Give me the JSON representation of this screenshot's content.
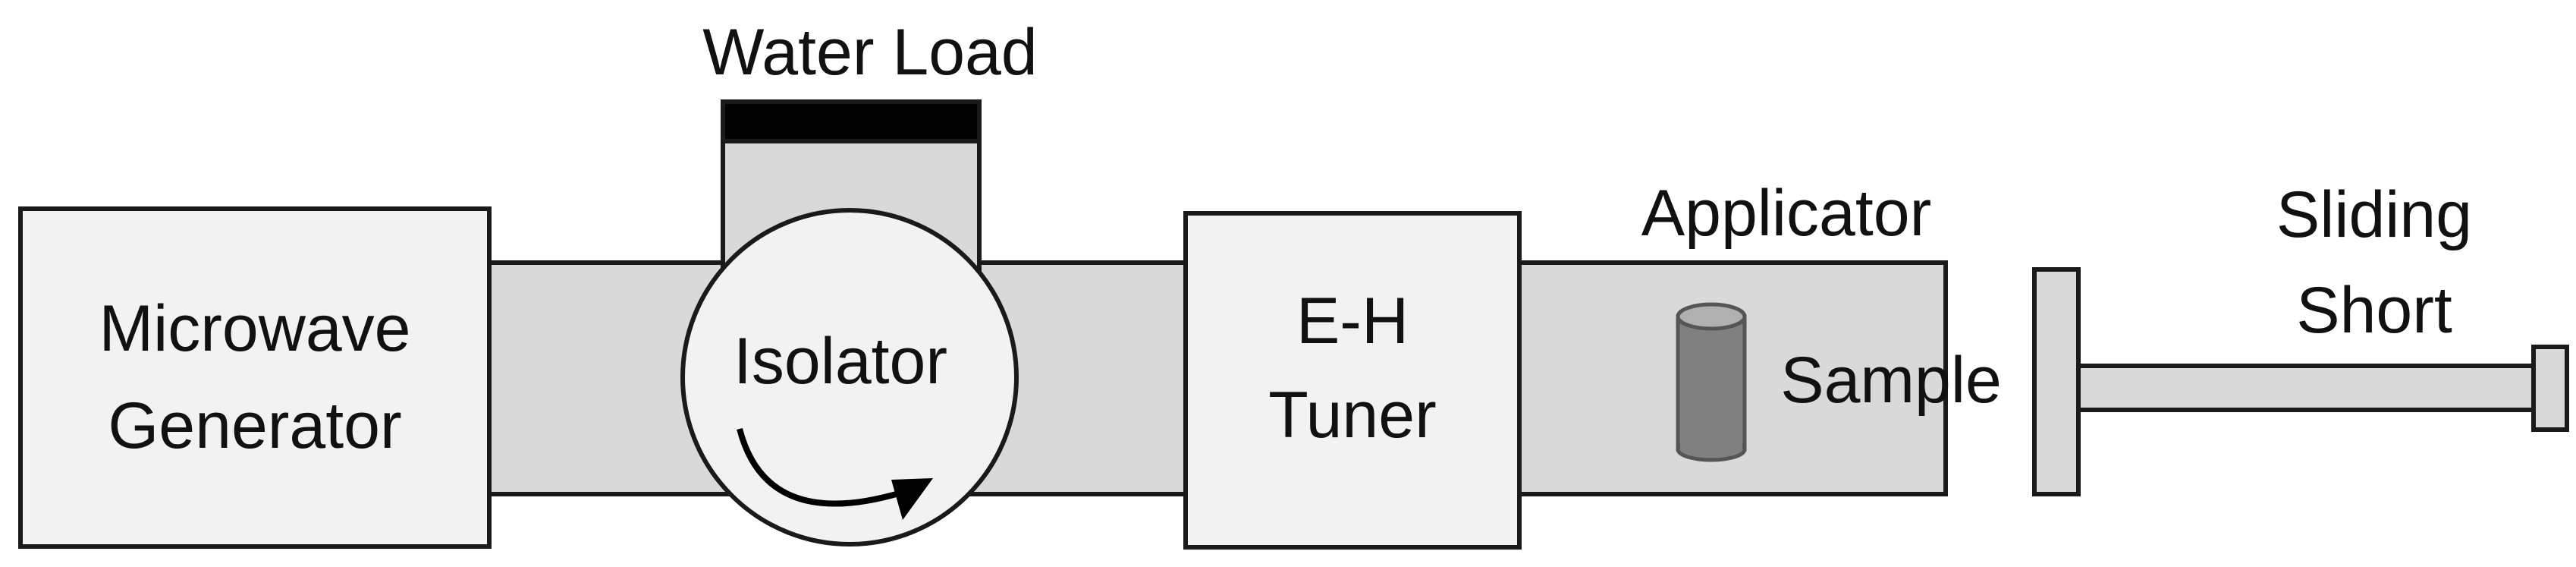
{
  "labels": {
    "water_load": "Water Load",
    "generator_line1": "Microwave",
    "generator_line2": "Generator",
    "isolator": "Isolator",
    "tuner_line1": "E-H",
    "tuner_line2": "Tuner",
    "applicator": "Applicator",
    "sample": "Sample",
    "sliding_short_line1": "Sliding",
    "sliding_short_line2": "Short"
  },
  "colors": {
    "waveguide_fill": "#d9d9d9",
    "box_fill": "#f2f2f2",
    "outline": "#1a1a1a",
    "water_load_cap": "#000000",
    "sample_fill": "#808080",
    "sample_top": "#b0b0b0"
  }
}
